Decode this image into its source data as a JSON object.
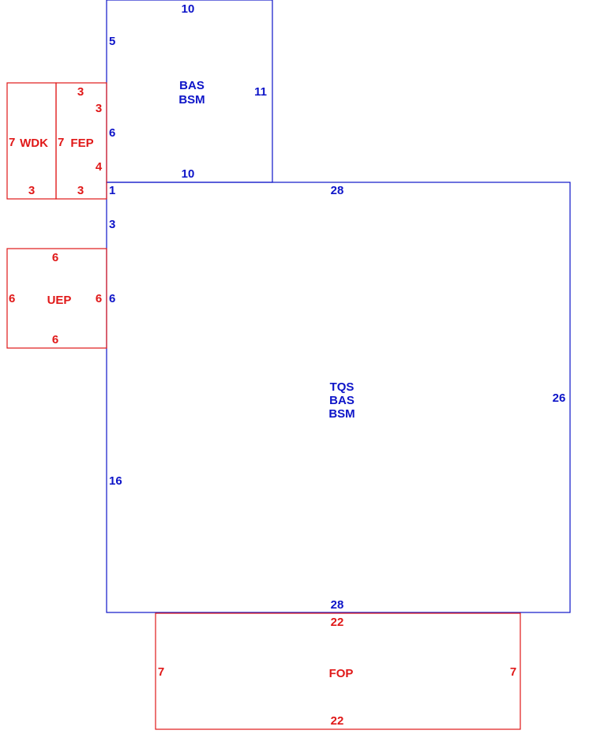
{
  "colors": {
    "main": "#0d14c8",
    "addon": "#e01818"
  },
  "areas": [
    {
      "id": "upper-bas",
      "codes": [
        "BAS",
        "BSM"
      ],
      "color": "main",
      "dims": {
        "top": "10",
        "bottom": "10",
        "right": "11",
        "left_upper": "5",
        "left_lower": "6"
      }
    },
    {
      "id": "main-tqs",
      "codes": [
        "TQS",
        "BAS",
        "BSM"
      ],
      "color": "main",
      "dims": {
        "top": "28",
        "bottom": "28",
        "right": "26",
        "left_a": "1",
        "left_b": "3",
        "left_c": "6",
        "left_d": "16"
      }
    },
    {
      "id": "wdk",
      "codes": [
        "WDK"
      ],
      "color": "addon",
      "dims": {
        "left": "7",
        "bottom": "3"
      }
    },
    {
      "id": "fep",
      "codes": [
        "FEP"
      ],
      "color": "addon",
      "dims": {
        "left": "7",
        "top": "3",
        "right_upper": "3",
        "right_lower": "4",
        "bottom": "3"
      }
    },
    {
      "id": "uep",
      "codes": [
        "UEP"
      ],
      "color": "addon",
      "dims": {
        "top": "6",
        "bottom": "6",
        "left": "6",
        "right": "6"
      }
    },
    {
      "id": "fop",
      "codes": [
        "FOP"
      ],
      "color": "addon",
      "dims": {
        "top": "22",
        "bottom": "22",
        "left": "7",
        "right": "7"
      }
    }
  ]
}
